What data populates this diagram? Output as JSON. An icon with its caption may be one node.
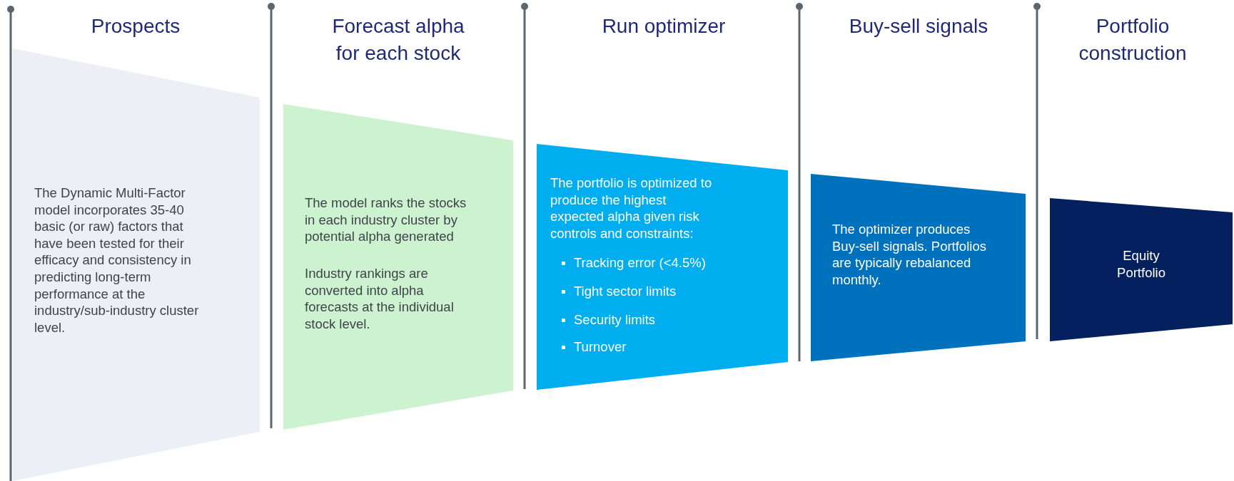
{
  "diagram": {
    "nodes": [
      {
        "text": [
          "The Dynamic Multi-Factor model incorporates 35-40 basic (or raw) factors that have been tested for their efficacy and consistency in predicting long-term performance at the industry/sub-industry cluster level."
        ]
      },
      {
        "text": [
          "The model ranks the stocks in each industry cluster by potential alpha generated",
          "Industry rankings are converted into alpha forecasts at the individual stock level."
        ]
      },
      {
        "text": [
          "The portfolio is optimized to produce the highest expected alpha given risk controls and constraints:",
          "Tracking error (<4.5%)",
          "Tight sector limits",
          "Security limits",
          "Turnover"
        ]
      },
      {
        "text": [
          "The optimizer produces Buy-sell signals. Portfolios are typically rebalanced monthly."
        ]
      },
      {
        "text": [
          "Equity Portfolio"
        ]
      }
    ],
    "edges": [],
    "labels": [
      "Prospects",
      "Forecast alpha for each stock",
      "Run optimizer",
      "Buy-sell signals",
      "Portfolio construction"
    ]
  }
}
